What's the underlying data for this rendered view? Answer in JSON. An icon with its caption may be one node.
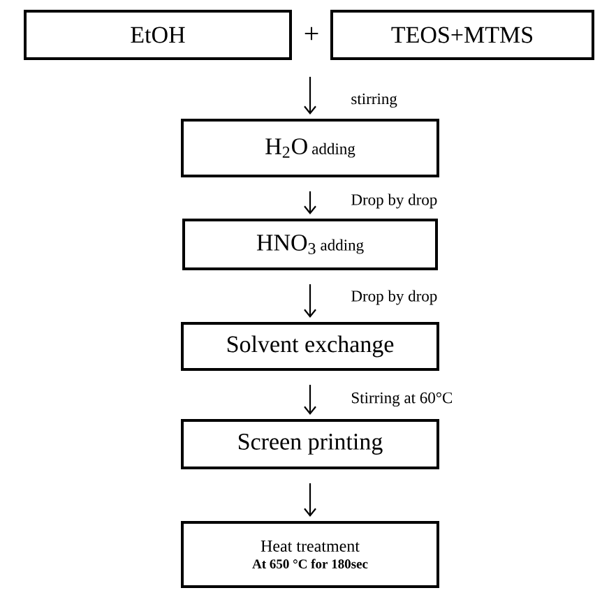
{
  "diagram": {
    "nodes": [
      {
        "text": [
          "EtOH"
        ]
      },
      {
        "text": [
          "TEOS+MTMS"
        ]
      },
      {
        "text": [
          "H$_{2}$O",
          "adding"
        ]
      },
      {
        "text": [
          "HNO$_{3}$",
          "adding"
        ]
      },
      {
        "text": [
          "Solvent exchange"
        ]
      },
      {
        "text": [
          "Screen printing"
        ]
      },
      {
        "text": [
          "Heat treatment",
          "At 650 °C for 180sec"
        ]
      }
    ],
    "edges": [
      {
        "from": null,
        "to": 2,
        "arrow": "to",
        "label": "stirring"
      },
      {
        "from": 2,
        "to": 3,
        "arrow": "to",
        "label": "Drop by drop"
      },
      {
        "from": 3,
        "to": 4,
        "arrow": "to",
        "label": "Drop by drop"
      },
      {
        "from": 4,
        "to": 5,
        "arrow": "to",
        "label": "Stirring at 60°C"
      },
      {
        "from": 5,
        "to": 6,
        "arrow": "to"
      }
    ],
    "labels": [
      "+"
    ]
  }
}
